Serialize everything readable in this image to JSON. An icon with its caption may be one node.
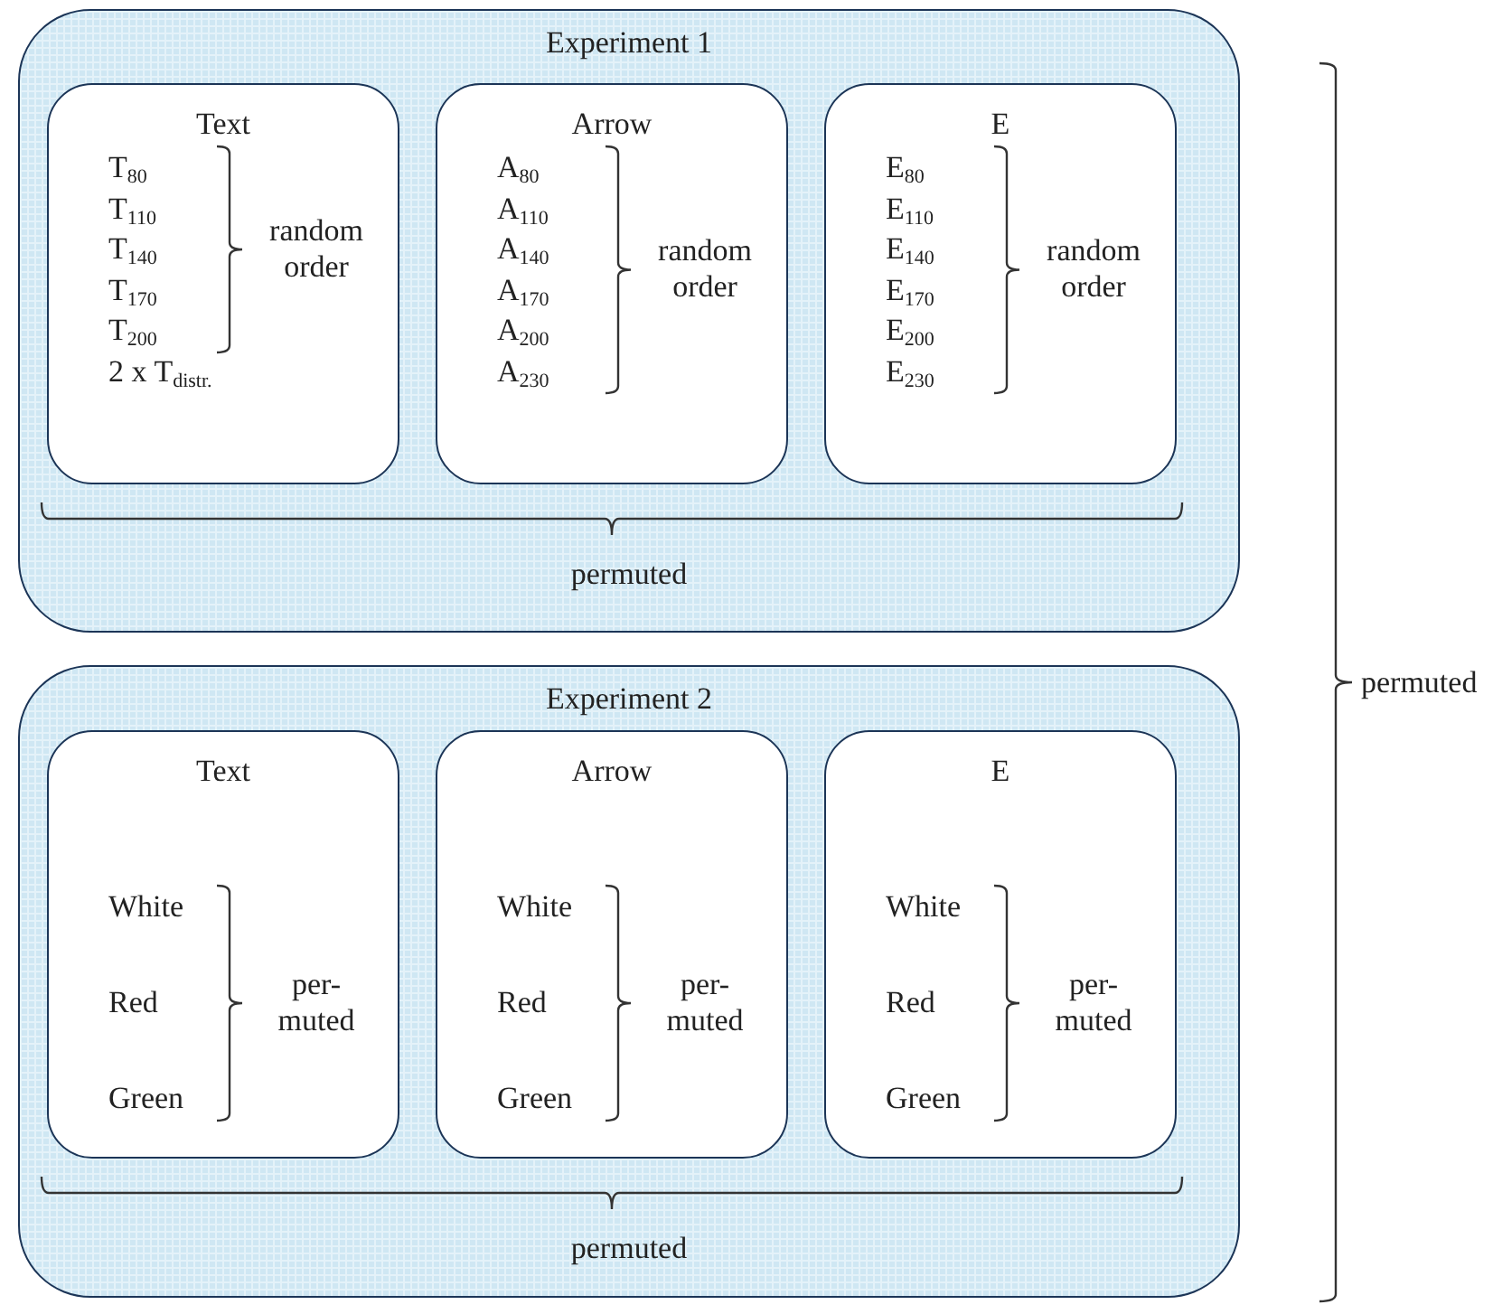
{
  "diagram": {
    "nodes": [
      {
        "text": [
          "Experiment 1",
          "permuted"
        ]
      },
      {
        "text": [
          "Text",
          "T$_{80}$",
          "T$_{110}$",
          "T$_{140}$",
          "T$_{170}$",
          "T$_{200}$",
          "2 x T$_{distr.}$",
          "random order"
        ],
        "in": 0
      },
      {
        "text": [
          "Arrow",
          "A$_{80}$",
          "A$_{110}$",
          "A$_{140}$",
          "A$_{170}$",
          "A$_{200}$",
          "A$_{230}$",
          "random order"
        ],
        "in": 0
      },
      {
        "text": [
          "E",
          "E$_{80}$",
          "E$_{110}$",
          "E$_{140}$",
          "E$_{170}$",
          "E$_{200}$",
          "E$_{230}$",
          "random order"
        ],
        "in": 0
      },
      {
        "text": [
          "Experiment 2",
          "permuted"
        ]
      },
      {
        "text": [
          "Text",
          "White",
          "Red",
          "Green",
          "per- muted"
        ],
        "in": 4
      },
      {
        "text": [
          "Arrow",
          "White",
          "Red",
          "Green",
          "per- muted"
        ],
        "in": 4
      },
      {
        "text": [
          "E",
          "White",
          "Red",
          "Green",
          "per- muted"
        ],
        "in": 4
      }
    ],
    "labels": [
      "permuted"
    ]
  }
}
